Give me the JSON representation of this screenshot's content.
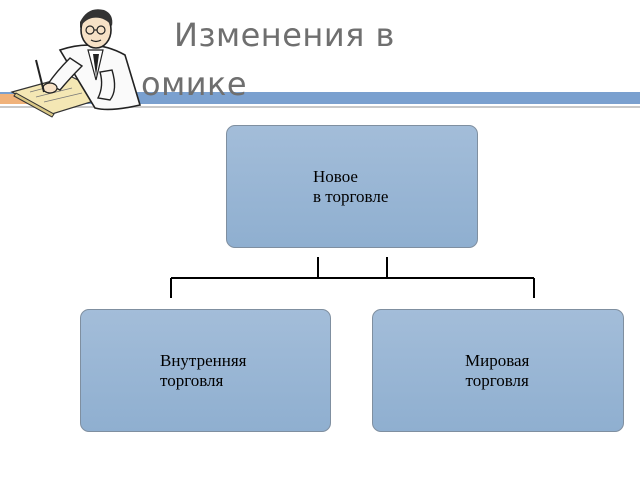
{
  "slide": {
    "title_line1": "Изменения в",
    "title_line2": "омике"
  },
  "diagram": {
    "root": {
      "line1": "Новое",
      "line2": "в торговле"
    },
    "children": [
      {
        "line1": "Внутренняя",
        "line2": "торговля"
      },
      {
        "line1": "Мировая",
        "line2": "торговля"
      }
    ]
  },
  "colors": {
    "node_fill": "#95b3d7",
    "band_blue": "#7aa0cf",
    "band_orange": "#f0b27a",
    "title_text": "#6f6f6f"
  },
  "icons": {
    "clipart": "scholar-writing-clipart"
  }
}
